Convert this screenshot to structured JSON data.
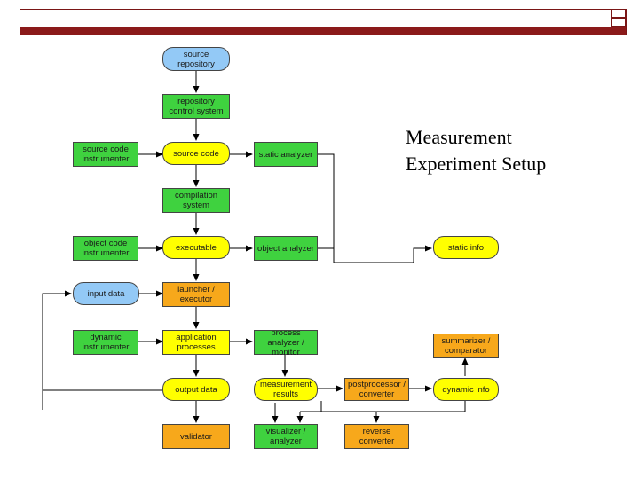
{
  "slide": {
    "title_line1": "Measurement",
    "title_line2": "Experiment Setup"
  },
  "colors": {
    "green": "#3fd23f",
    "yellow": "#ffff00",
    "orange": "#f7a81b",
    "blue": "#93c9f6",
    "banner": "#8b1a1a"
  },
  "nodes": {
    "source_repository": "source repository",
    "repository_control_system": "repository control system",
    "source_code_instrumenter": "source code instrumenter",
    "source_code": "source code",
    "static_analyzer": "static analyzer",
    "compilation_system": "compilation system",
    "object_code_instrumenter": "object code instrumenter",
    "executable": "executable",
    "object_analyzer": "object analyzer",
    "static_info": "static info",
    "input_data": "input data",
    "launcher_executor": "launcher / executor",
    "dynamic_instrumenter": "dynamic instrumenter",
    "application_processes": "application processes",
    "process_analyzer_monitor": "process analyzer / monitor",
    "summarizer_comparator": "summarizer / comparator",
    "output_data": "output data",
    "measurement_results": "measurement results",
    "postprocessor_converter": "postprocessor / converter",
    "dynamic_info": "dynamic info",
    "validator": "validator",
    "visualizer_analyzer": "visualizer / analyzer",
    "reverse_converter": "reverse converter"
  }
}
